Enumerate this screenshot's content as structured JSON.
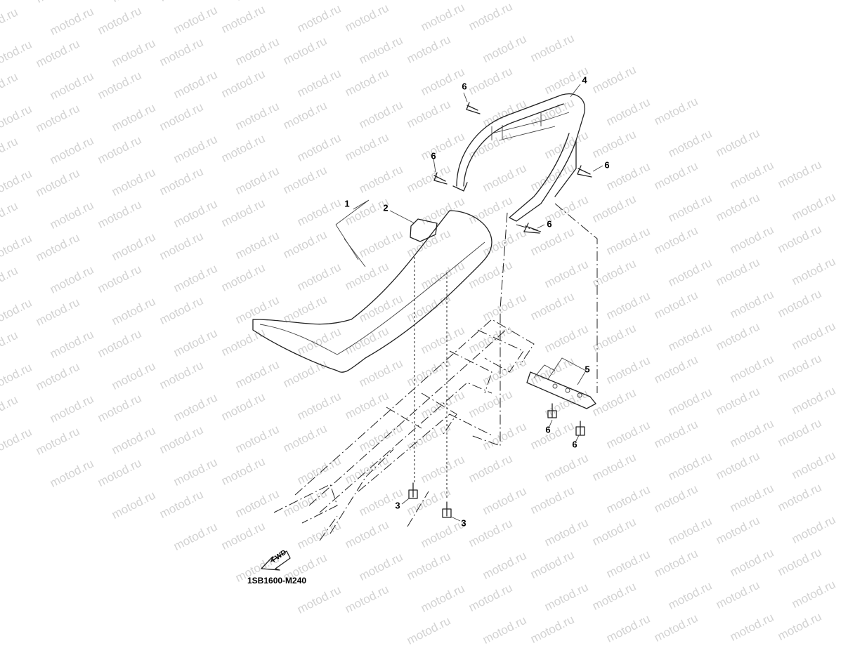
{
  "watermark": "motod.ru",
  "drawing_code": "1SB1600-M240",
  "fwd_label": "FWD",
  "callouts": [
    {
      "id": "c1",
      "text": "1"
    },
    {
      "id": "c2",
      "text": "2"
    },
    {
      "id": "c3a",
      "text": "3"
    },
    {
      "id": "c3b",
      "text": "3"
    },
    {
      "id": "c4",
      "text": "4"
    },
    {
      "id": "c5",
      "text": "5"
    },
    {
      "id": "c6a",
      "text": "6"
    },
    {
      "id": "c6b",
      "text": "6"
    },
    {
      "id": "c6c",
      "text": "6"
    },
    {
      "id": "c6d",
      "text": "6"
    },
    {
      "id": "c6e",
      "text": "6"
    },
    {
      "id": "c6f",
      "text": "6"
    }
  ]
}
